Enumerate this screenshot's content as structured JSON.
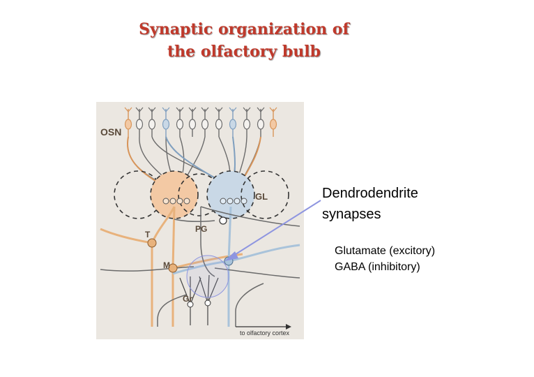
{
  "title": {
    "line1": "Synaptic organization of",
    "line2": "the olfactory bulb"
  },
  "figure": {
    "labels": {
      "osn": "OSN",
      "gl": "GL",
      "pg": "PG",
      "t": "T",
      "m": "M",
      "gr": "Gr",
      "output": "to olfactory cortex"
    },
    "colors": {
      "background": "#ebe7e1",
      "tufted_mitral_orange": "#e8b27c",
      "mitral_blue": "#a9c3da",
      "glomerulus_orange": "#f3c9a4",
      "glomerulus_blue": "#c9d8e6"
    }
  },
  "callout": {
    "heading_line1": "Dendrodendrite",
    "heading_line2": "synapses",
    "item1": "Glutamate (excitory)",
    "item2": "GABA (inhibitory)",
    "arrow_color": "#8e95e0"
  }
}
